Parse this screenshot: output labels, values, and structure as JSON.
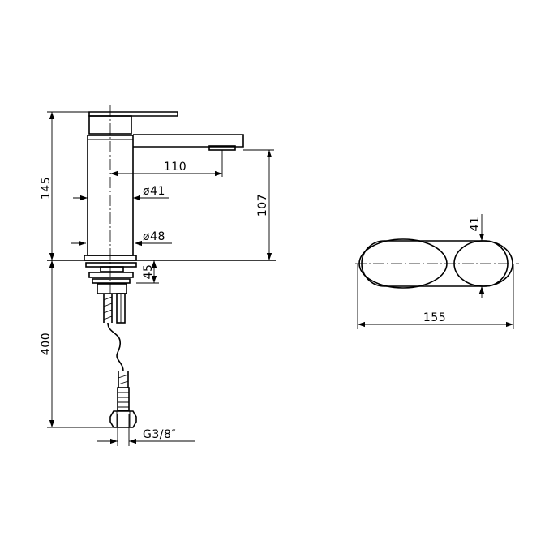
{
  "dimensions": {
    "total_height": "145",
    "spout_reach": "110",
    "body_dia_upper": "ø41",
    "body_dia_base": "ø48",
    "spout_height": "107",
    "mount_depth": "45",
    "hose_length": "400",
    "connection_thread": "G3/8″",
    "plan_lever_width": "41",
    "plan_length": "155"
  },
  "icons": {
    "arrowhead": "arrowhead-icon"
  }
}
